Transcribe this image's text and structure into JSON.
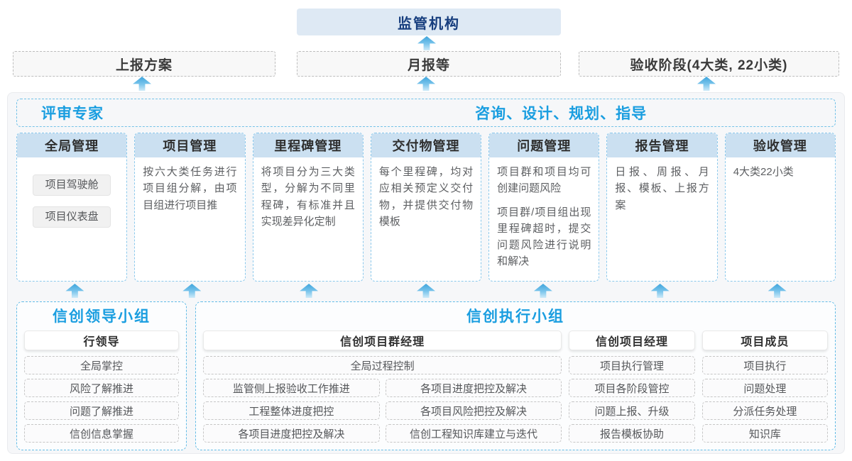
{
  "colors": {
    "accent_blue": "#1a9ee0",
    "navy_title": "#173e7e",
    "supervisor_bg": "#dee9f4",
    "column_header_bg": "#cbe0f1",
    "dashed_blue_border": "#63bce6",
    "arrow_blue": "#3ea5dc"
  },
  "top": {
    "supervisor": "监管机构",
    "reports": [
      "上报方案",
      "月报等",
      "验收阶段(4大类, 22小类)"
    ]
  },
  "advisors": {
    "left": "评审专家",
    "right": "咨询、设计、规划、指导"
  },
  "columns": [
    {
      "title": "全局管理",
      "tags": [
        "项目驾驶舱",
        "项目仪表盘"
      ]
    },
    {
      "title": "项目管理",
      "paragraphs": [
        "按六大类任务进行项目组分解，由项目组进行项目推"
      ]
    },
    {
      "title": "里程碑管理",
      "paragraphs": [
        "将项目分为三大类型，分解为不同里程碑，有标准并且实现差异化定制"
      ]
    },
    {
      "title": "交付物管理",
      "paragraphs": [
        "每个里程碑，均对应相关预定义交付物，并提供交付物模板"
      ]
    },
    {
      "title": "问题管理",
      "paragraphs": [
        "项目群和项目均可创建问题风险",
        "项目群/项目组出现里程碑超时，提交问题风险进行说明和解决"
      ]
    },
    {
      "title": "报告管理",
      "paragraphs": [
        "日报、周报、月报、模板、上报方案"
      ]
    },
    {
      "title": "验收管理",
      "paragraphs": [
        "4大类22小类"
      ]
    }
  ],
  "leader_group": {
    "title": "信创领导小组",
    "role": "行领导",
    "items": [
      "全局掌控",
      "风险了解推进",
      "问题了解推进",
      "信创信息掌握"
    ]
  },
  "exec_group": {
    "title": "信创执行小组",
    "program_manager": {
      "role": "信创项目群经理",
      "full_item": "全局过程控制",
      "left_items": [
        "监管侧上报验收工作推进",
        "工程整体进度把控",
        "各项目进度把控及解决"
      ],
      "right_items": [
        "各项目进度把控及解决",
        "各项目风险把控及解决",
        "信创工程知识库建立与迭代"
      ]
    },
    "project_manager": {
      "role": "信创项目经理",
      "items": [
        "项目执行管理",
        "项目各阶段管控",
        "问题上报、升级",
        "报告模板协助"
      ]
    },
    "member": {
      "role": "项目成员",
      "items": [
        "项目执行",
        "问题处理",
        "分派任务处理",
        "知识库"
      ]
    }
  }
}
